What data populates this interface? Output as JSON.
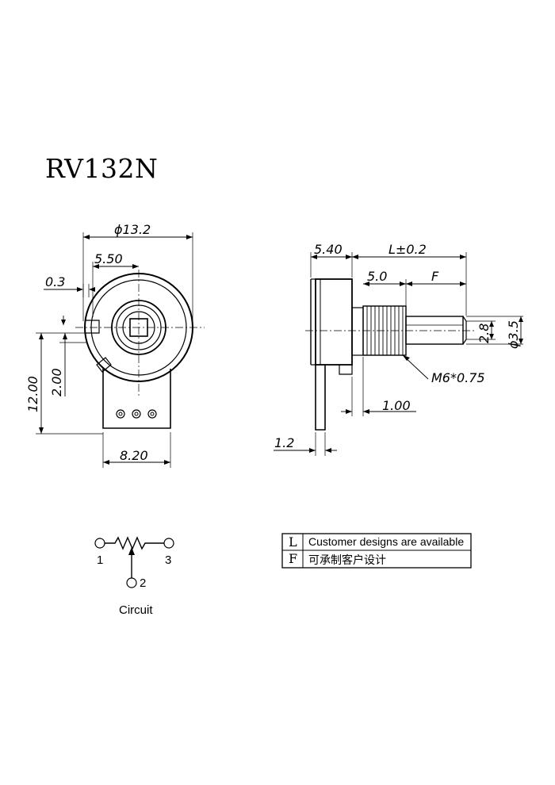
{
  "title": "RV132N",
  "front_view": {
    "dim_diameter": "ϕ13.2",
    "dim_5_50": "5.50",
    "dim_0_3": "0.3",
    "dim_2_00": "2.00",
    "dim_12_00": "12.00",
    "dim_8_20": "8.20"
  },
  "side_view": {
    "dim_5_40": "5.40",
    "dim_L": "L±0.2",
    "dim_5_0": "5.0",
    "dim_F": "F",
    "dim_2_8": "2.8",
    "dim_3_5": "ϕ3.5",
    "dim_thread": "M6*0.75",
    "dim_1_00": "1.00",
    "dim_1_2": "1.2"
  },
  "circuit": {
    "pin1": "1",
    "pin2": "2",
    "pin3": "3",
    "caption": "Circuit"
  },
  "notes": {
    "rows": [
      {
        "key": "L",
        "text": "Customer designs are available"
      },
      {
        "key": "F",
        "text": "可承制客户设计"
      }
    ]
  }
}
